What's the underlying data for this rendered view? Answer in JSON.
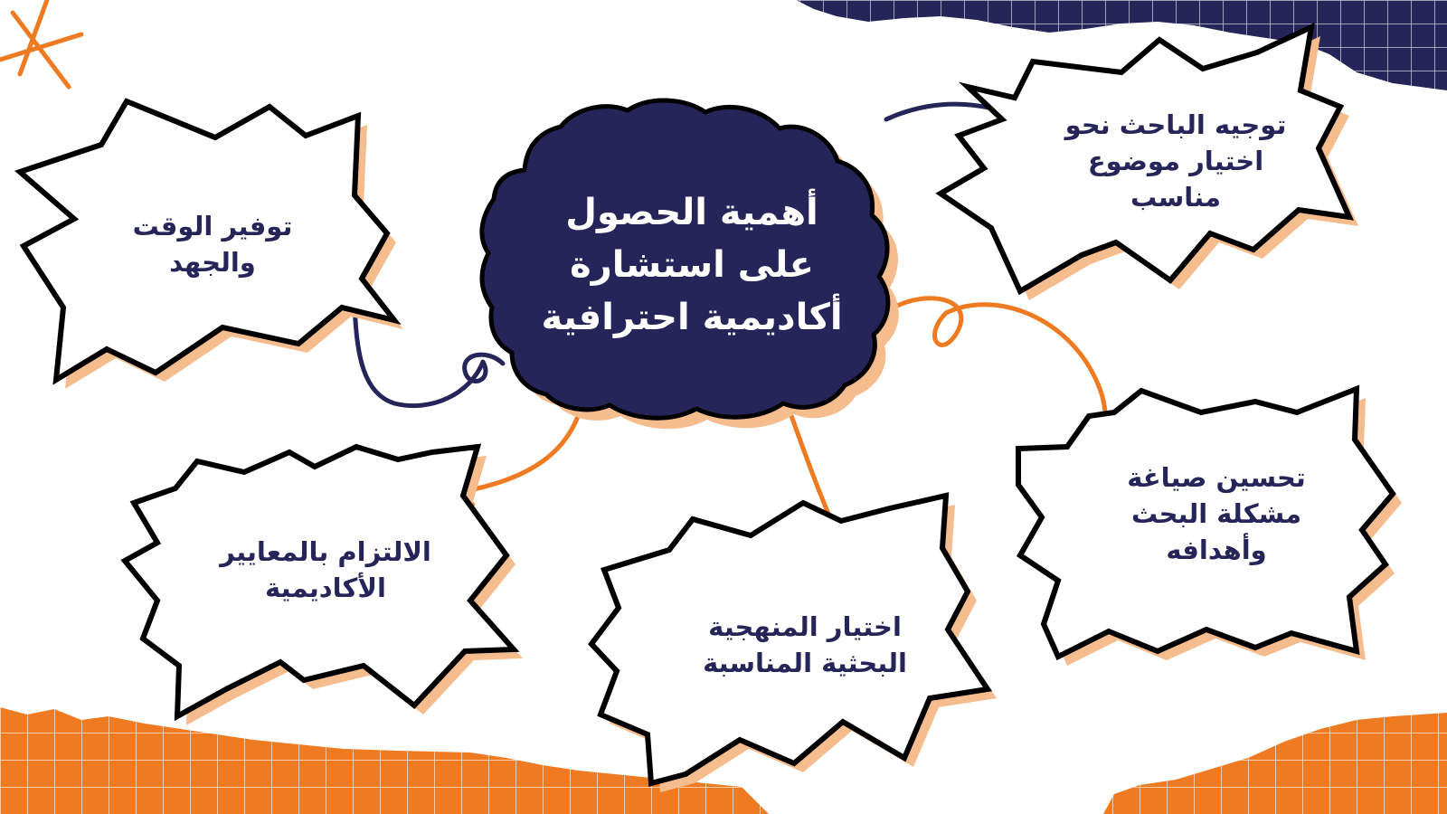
{
  "center": {
    "lines": [
      "أهمية الحصول",
      "على استشارة",
      "أكاديمية احترافية"
    ]
  },
  "nodes": [
    {
      "id": "save-time",
      "lines": [
        "توفير الوقت",
        "والجهد"
      ]
    },
    {
      "id": "topic-guidance",
      "lines": [
        "توجيه الباحث نحو",
        "اختيار موضوع",
        "مناسب"
      ]
    },
    {
      "id": "academic-standards",
      "lines": [
        "الالتزام بالمعايير",
        "الأكاديمية"
      ]
    },
    {
      "id": "methodology",
      "lines": [
        "اختيار المنهجية",
        "البحثية المناسبة"
      ]
    },
    {
      "id": "problem-formulation",
      "lines": [
        "تحسين صياغة",
        "مشكلة البحث",
        "وأهدافه"
      ]
    }
  ],
  "colors": {
    "navy": "#262559",
    "orange": "#EE7A22",
    "peach": "#F5BC8E",
    "white": "#FFFFFF"
  }
}
